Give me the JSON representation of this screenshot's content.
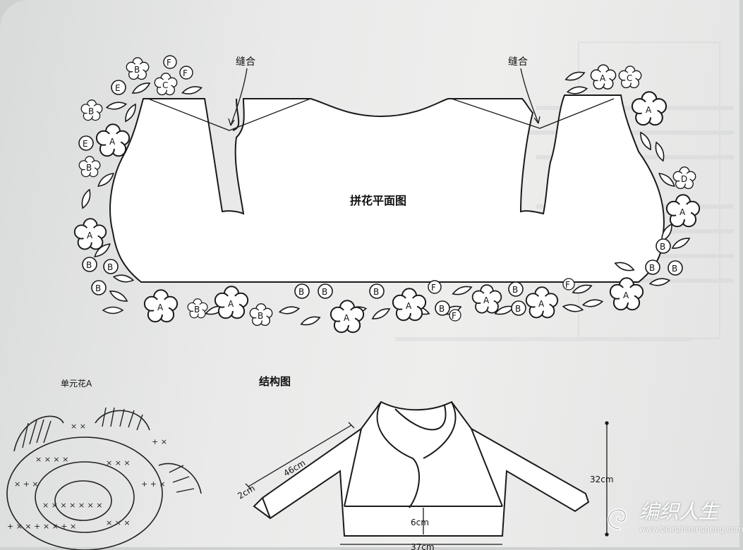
{
  "labels": {
    "seam_left": "缝合",
    "seam_right": "缝合",
    "main_title": "拼花平面图",
    "unit_flower": "单元花A",
    "structure_title": "结构图",
    "dim_sleeve": "46cm",
    "dim_cuff": "2cm",
    "dim_height": "32cm",
    "dim_band": "6cm",
    "dim_width": "37cm"
  },
  "watermark": {
    "title": "编织人生",
    "url": "www.bianzhirensheng.com"
  },
  "flower_letters": [
    "A",
    "B",
    "C",
    "D",
    "E",
    "F"
  ],
  "colors": {
    "ink": "#1a1a1a",
    "paper": "#ebeceb"
  }
}
